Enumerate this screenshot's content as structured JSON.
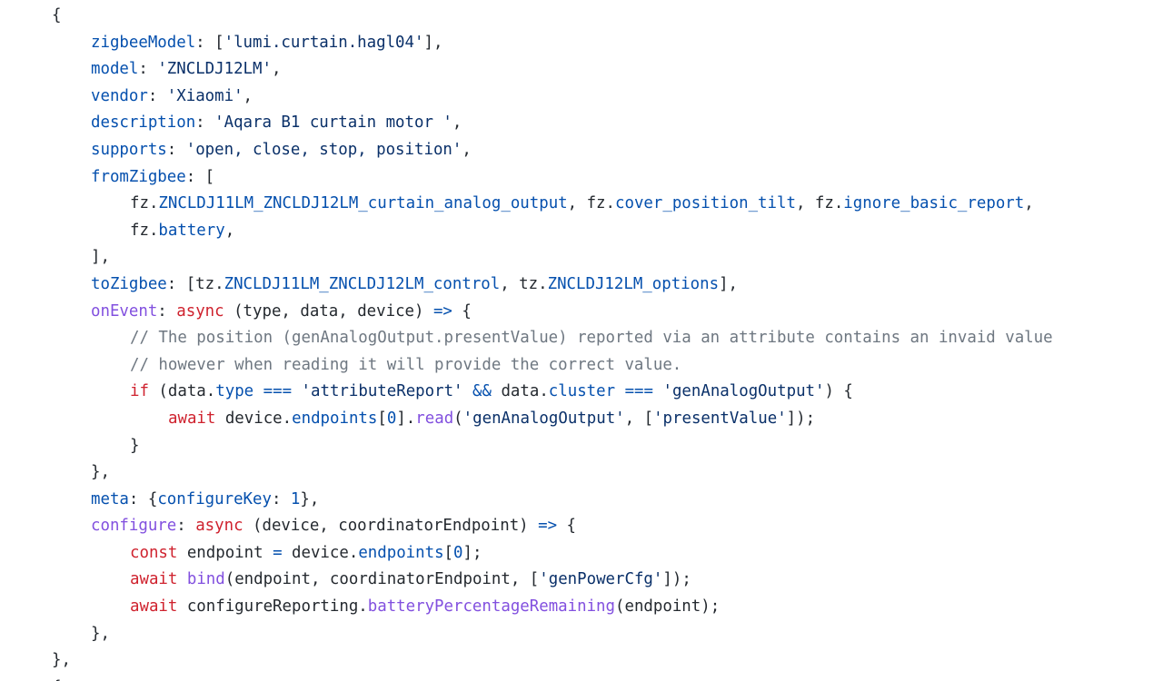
{
  "palette": {
    "background": "#ffffff",
    "plain": "#24292f",
    "property": "#0550ae",
    "string": "#0a3069",
    "keyword": "#cf222e",
    "function": "#8250df",
    "comment": "#6e7781"
  },
  "code": {
    "lines": [
      {
        "indent": 0,
        "tokens": [
          {
            "t": "plain",
            "v": "{"
          }
        ]
      },
      {
        "indent": 1,
        "tokens": [
          {
            "t": "prop",
            "v": "zigbeeModel"
          },
          {
            "t": "plain",
            "v": ": ["
          },
          {
            "t": "str",
            "v": "'lumi.curtain.hagl04'"
          },
          {
            "t": "plain",
            "v": "],"
          }
        ]
      },
      {
        "indent": 1,
        "tokens": [
          {
            "t": "prop",
            "v": "model"
          },
          {
            "t": "plain",
            "v": ": "
          },
          {
            "t": "str",
            "v": "'ZNCLDJ12LM'"
          },
          {
            "t": "plain",
            "v": ","
          }
        ]
      },
      {
        "indent": 1,
        "tokens": [
          {
            "t": "prop",
            "v": "vendor"
          },
          {
            "t": "plain",
            "v": ": "
          },
          {
            "t": "str",
            "v": "'Xiaomi'"
          },
          {
            "t": "plain",
            "v": ","
          }
        ]
      },
      {
        "indent": 1,
        "tokens": [
          {
            "t": "prop",
            "v": "description"
          },
          {
            "t": "plain",
            "v": ": "
          },
          {
            "t": "str",
            "v": "'Aqara B1 curtain motor '"
          },
          {
            "t": "plain",
            "v": ","
          }
        ]
      },
      {
        "indent": 1,
        "tokens": [
          {
            "t": "prop",
            "v": "supports"
          },
          {
            "t": "plain",
            "v": ": "
          },
          {
            "t": "str",
            "v": "'open, close, stop, position'"
          },
          {
            "t": "plain",
            "v": ","
          }
        ]
      },
      {
        "indent": 1,
        "tokens": [
          {
            "t": "prop",
            "v": "fromZigbee"
          },
          {
            "t": "plain",
            "v": ": ["
          }
        ]
      },
      {
        "indent": 2,
        "tokens": [
          {
            "t": "plain",
            "v": "fz."
          },
          {
            "t": "prop",
            "v": "ZNCLDJ11LM_ZNCLDJ12LM_curtain_analog_output"
          },
          {
            "t": "plain",
            "v": ", fz."
          },
          {
            "t": "prop",
            "v": "cover_position_tilt"
          },
          {
            "t": "plain",
            "v": ", fz."
          },
          {
            "t": "prop",
            "v": "ignore_basic_report"
          },
          {
            "t": "plain",
            "v": ","
          }
        ]
      },
      {
        "indent": 2,
        "tokens": [
          {
            "t": "plain",
            "v": "fz."
          },
          {
            "t": "prop",
            "v": "battery"
          },
          {
            "t": "plain",
            "v": ","
          }
        ]
      },
      {
        "indent": 1,
        "tokens": [
          {
            "t": "plain",
            "v": "],"
          }
        ]
      },
      {
        "indent": 1,
        "tokens": [
          {
            "t": "prop",
            "v": "toZigbee"
          },
          {
            "t": "plain",
            "v": ": [tz."
          },
          {
            "t": "prop",
            "v": "ZNCLDJ11LM_ZNCLDJ12LM_control"
          },
          {
            "t": "plain",
            "v": ", tz."
          },
          {
            "t": "prop",
            "v": "ZNCLDJ12LM_options"
          },
          {
            "t": "plain",
            "v": "],"
          }
        ]
      },
      {
        "indent": 1,
        "tokens": [
          {
            "t": "func",
            "v": "onEvent"
          },
          {
            "t": "plain",
            "v": ": "
          },
          {
            "t": "key",
            "v": "async"
          },
          {
            "t": "plain",
            "v": " (type, data, device) "
          },
          {
            "t": "prop",
            "v": "=>"
          },
          {
            "t": "plain",
            "v": " {"
          }
        ]
      },
      {
        "indent": 2,
        "tokens": [
          {
            "t": "com",
            "v": "// The position (genAnalogOutput.presentValue) reported via an attribute contains an invaid value"
          }
        ]
      },
      {
        "indent": 2,
        "tokens": [
          {
            "t": "com",
            "v": "// however when reading it will provide the correct value."
          }
        ]
      },
      {
        "indent": 2,
        "tokens": [
          {
            "t": "key",
            "v": "if"
          },
          {
            "t": "plain",
            "v": " (data."
          },
          {
            "t": "prop",
            "v": "type"
          },
          {
            "t": "plain",
            "v": " "
          },
          {
            "t": "prop",
            "v": "==="
          },
          {
            "t": "plain",
            "v": " "
          },
          {
            "t": "str",
            "v": "'attributeReport'"
          },
          {
            "t": "plain",
            "v": " "
          },
          {
            "t": "prop",
            "v": "&&"
          },
          {
            "t": "plain",
            "v": " data."
          },
          {
            "t": "prop",
            "v": "cluster"
          },
          {
            "t": "plain",
            "v": " "
          },
          {
            "t": "prop",
            "v": "==="
          },
          {
            "t": "plain",
            "v": " "
          },
          {
            "t": "str",
            "v": "'genAnalogOutput'"
          },
          {
            "t": "plain",
            "v": ") {"
          }
        ]
      },
      {
        "indent": 3,
        "tokens": [
          {
            "t": "key",
            "v": "await"
          },
          {
            "t": "plain",
            "v": " device."
          },
          {
            "t": "prop",
            "v": "endpoints"
          },
          {
            "t": "plain",
            "v": "["
          },
          {
            "t": "prop",
            "v": "0"
          },
          {
            "t": "plain",
            "v": "]."
          },
          {
            "t": "func",
            "v": "read"
          },
          {
            "t": "plain",
            "v": "("
          },
          {
            "t": "str",
            "v": "'genAnalogOutput'"
          },
          {
            "t": "plain",
            "v": ", ["
          },
          {
            "t": "str",
            "v": "'presentValue'"
          },
          {
            "t": "plain",
            "v": "]);"
          }
        ]
      },
      {
        "indent": 2,
        "tokens": [
          {
            "t": "plain",
            "v": "}"
          }
        ]
      },
      {
        "indent": 1,
        "tokens": [
          {
            "t": "plain",
            "v": "},"
          }
        ]
      },
      {
        "indent": 1,
        "tokens": [
          {
            "t": "prop",
            "v": "meta"
          },
          {
            "t": "plain",
            "v": ": {"
          },
          {
            "t": "prop",
            "v": "configureKey"
          },
          {
            "t": "plain",
            "v": ": "
          },
          {
            "t": "prop",
            "v": "1"
          },
          {
            "t": "plain",
            "v": "},"
          }
        ]
      },
      {
        "indent": 1,
        "tokens": [
          {
            "t": "func",
            "v": "configure"
          },
          {
            "t": "plain",
            "v": ": "
          },
          {
            "t": "key",
            "v": "async"
          },
          {
            "t": "plain",
            "v": " (device, coordinatorEndpoint) "
          },
          {
            "t": "prop",
            "v": "=>"
          },
          {
            "t": "plain",
            "v": " {"
          }
        ]
      },
      {
        "indent": 2,
        "tokens": [
          {
            "t": "key",
            "v": "const"
          },
          {
            "t": "plain",
            "v": " endpoint "
          },
          {
            "t": "prop",
            "v": "="
          },
          {
            "t": "plain",
            "v": " device."
          },
          {
            "t": "prop",
            "v": "endpoints"
          },
          {
            "t": "plain",
            "v": "["
          },
          {
            "t": "prop",
            "v": "0"
          },
          {
            "t": "plain",
            "v": "];"
          }
        ]
      },
      {
        "indent": 2,
        "tokens": [
          {
            "t": "key",
            "v": "await"
          },
          {
            "t": "plain",
            "v": " "
          },
          {
            "t": "func",
            "v": "bind"
          },
          {
            "t": "plain",
            "v": "(endpoint, coordinatorEndpoint, ["
          },
          {
            "t": "str",
            "v": "'genPowerCfg'"
          },
          {
            "t": "plain",
            "v": "]);"
          }
        ]
      },
      {
        "indent": 2,
        "tokens": [
          {
            "t": "key",
            "v": "await"
          },
          {
            "t": "plain",
            "v": " configureReporting."
          },
          {
            "t": "func",
            "v": "batteryPercentageRemaining"
          },
          {
            "t": "plain",
            "v": "(endpoint);"
          }
        ]
      },
      {
        "indent": 1,
        "tokens": [
          {
            "t": "plain",
            "v": "},"
          }
        ]
      },
      {
        "indent": 0,
        "tokens": [
          {
            "t": "plain",
            "v": "},"
          }
        ]
      },
      {
        "indent": 0,
        "tokens": [
          {
            "t": "plain",
            "v": "{"
          }
        ]
      }
    ]
  }
}
